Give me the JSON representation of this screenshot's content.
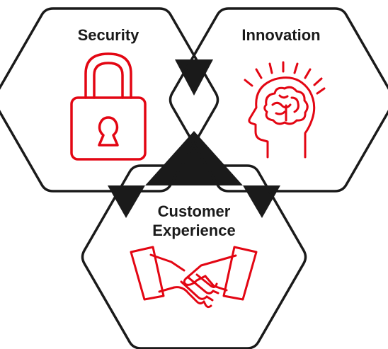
{
  "colors": {
    "outline": "#1a1a1a",
    "center_fill": "#1a1a1a",
    "icon": "#e30613",
    "background": "#ffffff"
  },
  "hexagons": [
    {
      "id": "security",
      "label": "Security",
      "icon": "padlock-icon"
    },
    {
      "id": "innovation",
      "label": "Innovation",
      "icon": "brain-head-icon"
    },
    {
      "id": "customer-experience",
      "label_lines": [
        "Customer",
        "Experience"
      ],
      "icon": "handshake-icon"
    }
  ]
}
